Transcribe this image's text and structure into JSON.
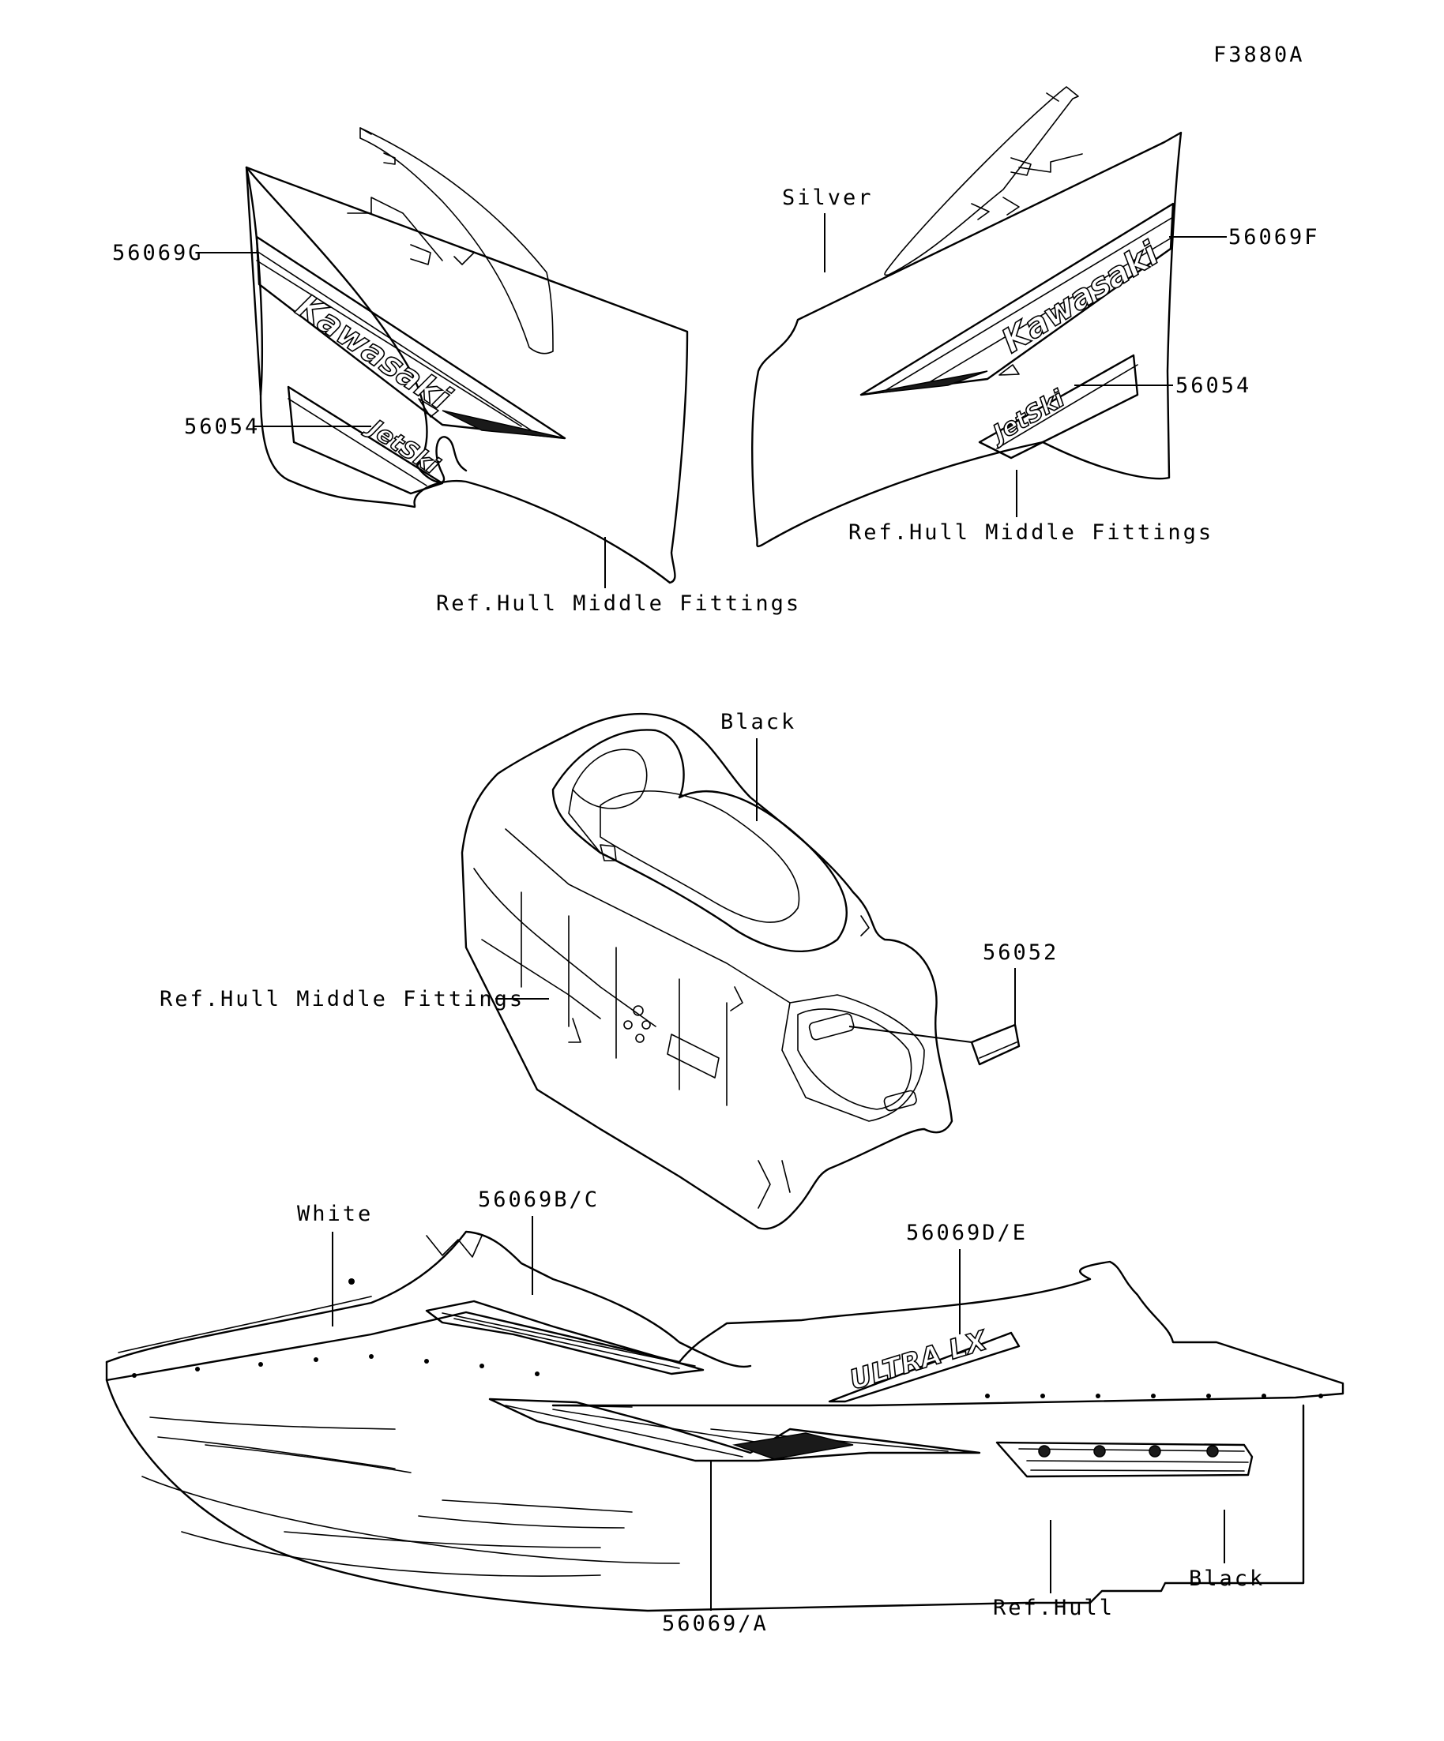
{
  "figure_code": "F3880A",
  "labels": {
    "part_56069G": "56069G",
    "part_56069F": "56069F",
    "part_56054_left": "56054",
    "part_56054_right": "56054",
    "silver": "Silver",
    "ref_hull_middle_left": "Ref.Hull Middle Fittings",
    "ref_hull_middle_right": "Ref.Hull Middle Fittings",
    "black_top": "Black",
    "part_56052": "56052",
    "ref_hull_middle_mid": "Ref.Hull Middle Fittings",
    "white": "White",
    "part_56069BC": "56069B/C",
    "part_56069DE": "56069D/E",
    "part_56069A": "56069/A",
    "ref_hull": "Ref.Hull",
    "black_bottom": "Black"
  },
  "decals": {
    "kawasaki_left": "Kawasaki",
    "kawasaki_right": "Kawasaki",
    "jetski_left": "JetSki",
    "jetski_right": "JetSki",
    "ultra_lx": "ULTRA LX"
  }
}
